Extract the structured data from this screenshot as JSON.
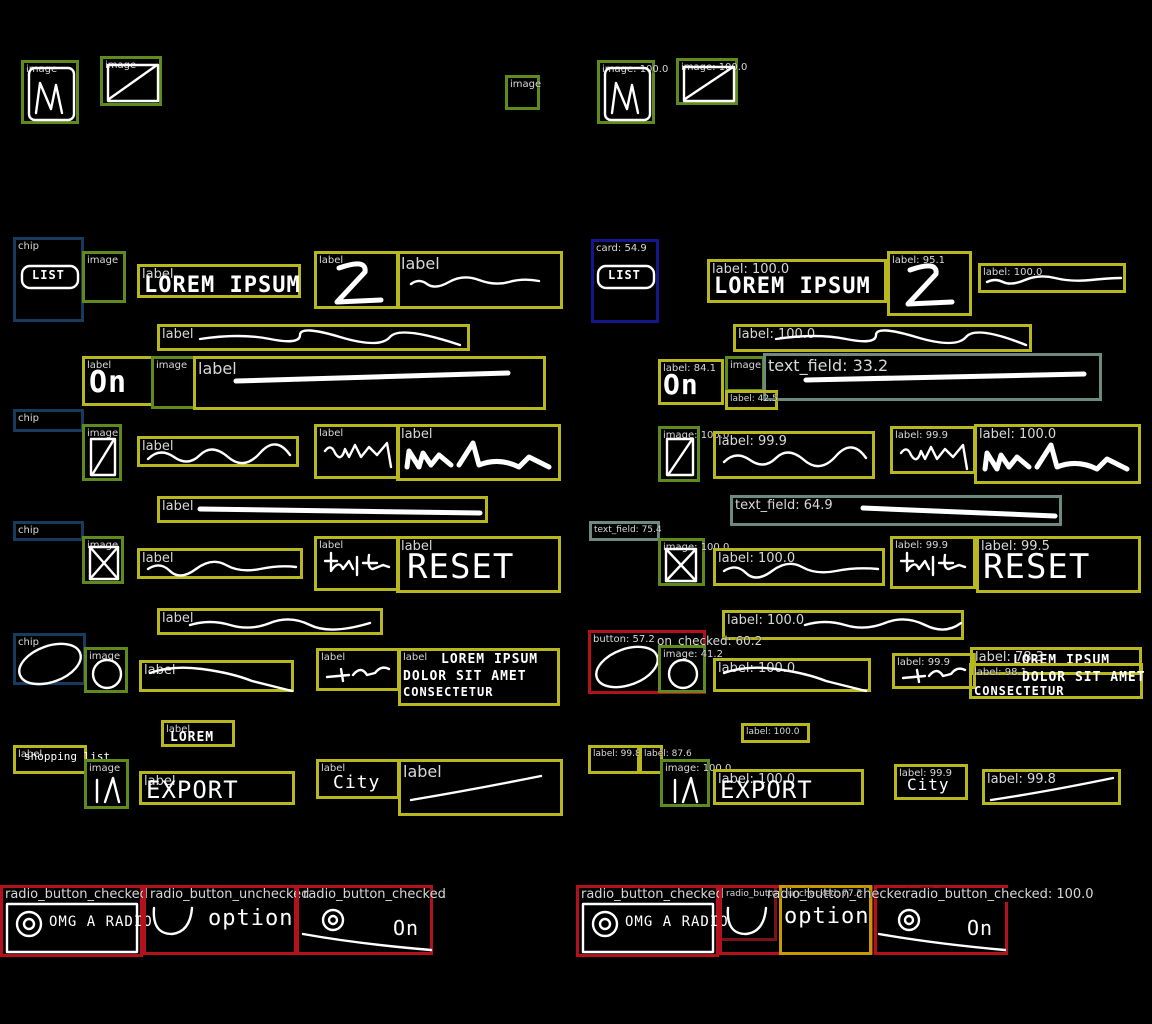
{
  "colors": {
    "image": "#5f8a1e",
    "label": "#b8b81e",
    "chip": "#173a5e",
    "card": "#16168c",
    "text_field": "#6d8a80",
    "radio": "#b3121d",
    "radio_alt": "#c79a00"
  },
  "left_annotations": {
    "img1": "image",
    "img2": "image",
    "img3": "image",
    "chip1": "chip",
    "img4": "image",
    "l_lorem": "label",
    "l_z": "label",
    "l_wave1": "label",
    "l_long1": "label",
    "l_on": "label",
    "img5": "image",
    "l_long2": "label",
    "chip2": "chip",
    "img6": "image",
    "l_wave2": "label",
    "l_sun": "label",
    "l_nm": "label",
    "l_long3": "label",
    "chip3": "chip",
    "img7": "image",
    "l_wave3": "label",
    "l_tinf": "label",
    "l_reset": "label",
    "l_long4": "label",
    "chip4": "chip",
    "img8": "image",
    "l_wave4": "label",
    "l_sig": "label",
    "l_para": "label",
    "l_lorem2": "label",
    "l_shop": "label",
    "img9": "image",
    "l_export": "label",
    "l_city": "label",
    "l_line": "label",
    "r1": "radio_button_checked",
    "r2": "radio_button_unchecked",
    "r3": "radio_button_checked"
  },
  "right_annotations": {
    "img1": "image: 100.0",
    "img2": "image: 100.0",
    "card": "card: 54.9",
    "l_lorem": "label: 100.0",
    "l_z": "label: 95.1",
    "l_wave1": "label: 100.0",
    "l_long1": "label: 100.0",
    "l_on": "label: 84.1",
    "img5": "image",
    "tf1": "text_field: 33.2",
    "l_small": "label: 42.5",
    "img6": "image: 100.0",
    "l_wave2": "label: 99.9",
    "l_sun": "label: 99.9",
    "l_nm": "label: 100.0",
    "tf2": "text_field: 64.9",
    "tf3": "text_field: 75.4",
    "img7": "image: 100.0",
    "l_wave3": "label: 100.0",
    "l_tinf": "label: 99.9",
    "l_reset": "label: 99.5",
    "l_long4": "label: 100.0",
    "btn": "button: 57.2",
    "on_checked": "on_checked: 60.2",
    "img8": "image: 41.2",
    "l_wave4": "label: 100.0",
    "l_sig": "label: 99.9",
    "l_para1": "label: 78.3",
    "l_para2": "label: 98.1",
    "l_lorem2": "label: 100.0",
    "l_shop1": "label: 99.8",
    "l_shop2": "label: 87.6",
    "img9": "image: 100.0",
    "l_export": "label: 100.0",
    "l_city": "label: 99.9",
    "l_line": "label: 99.8",
    "r1": "radio_button_checked",
    "r2": "radio_button_unchecked: 77.5",
    "r3": "radio_button_checked: 88.5",
    "r4": "radio_button_checked: 100.0"
  },
  "sketch_text": {
    "list": "LIST",
    "lorem": "LOREM IPSUM",
    "on": "On",
    "reset": "RESET",
    "para_l1": "LOREM IPSUM",
    "para_l2": "DOLOR SIT AMET",
    "para_l3": "CONSECTETUR",
    "lorem_small": "LOREM",
    "shopping": "shopping list",
    "export": "EXPORT",
    "city": "City",
    "radio_text": "OMG A RADIO",
    "option": "option",
    "on2": "On"
  }
}
